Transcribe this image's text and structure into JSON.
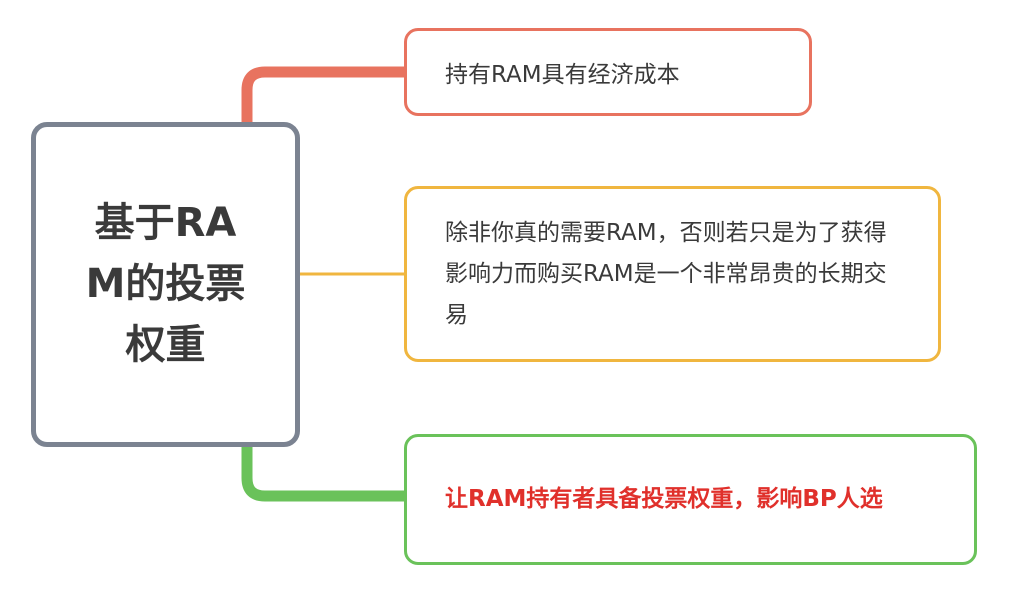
{
  "root": {
    "title": "基于RAM的投票权重",
    "color": "#7b8391"
  },
  "branches": [
    {
      "text": "持有RAM具有经济成本",
      "color": "#e8735f",
      "emphasis": false
    },
    {
      "text": "除非你真的需要RAM，否则若只是为了获得影响力而购买RAM是一个非常昂贵的长期交易",
      "color": "#f0b63f",
      "emphasis": false
    },
    {
      "text": "让RAM持有者具备投票权重，影响BP人选",
      "color": "#6ac25a",
      "text_color": "#e0302b",
      "emphasis": true
    }
  ]
}
